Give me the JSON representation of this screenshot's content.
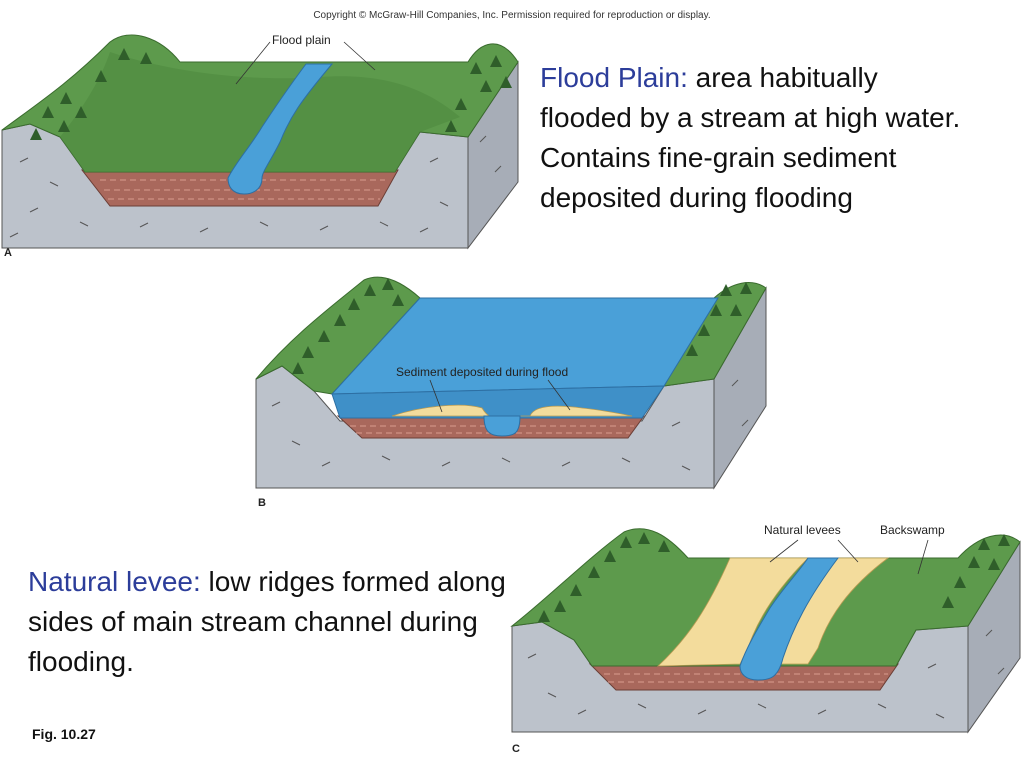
{
  "copyright": "Copyright © McGraw-Hill Companies, Inc. Permission required for reproduction or display.",
  "panels": [
    {
      "letter": "A",
      "callouts": [
        "Flood plain"
      ]
    },
    {
      "letter": "B",
      "callouts": [
        "Sediment deposited during flood"
      ]
    },
    {
      "letter": "C",
      "callouts": [
        "Natural levees",
        "Backswamp"
      ]
    }
  ],
  "flood_plain": {
    "term": "Flood Plain:",
    "definition": " area habitually flooded by a stream at high water. Contains fine-grain sediment deposited during flooding"
  },
  "natural_levee": {
    "term": "Natural levee:",
    "definition": " low ridges formed along sides of main stream channel during flooding."
  },
  "figure_label": "Fig. 10.27",
  "colors": {
    "term_blue": "#2c3d9a",
    "grass": "#5d9a4c",
    "water": "#4aa0d8",
    "bedrock": "#b7bdc6",
    "sediment_layer": "#a9685c",
    "levee_sand": "#f3dc9c"
  }
}
